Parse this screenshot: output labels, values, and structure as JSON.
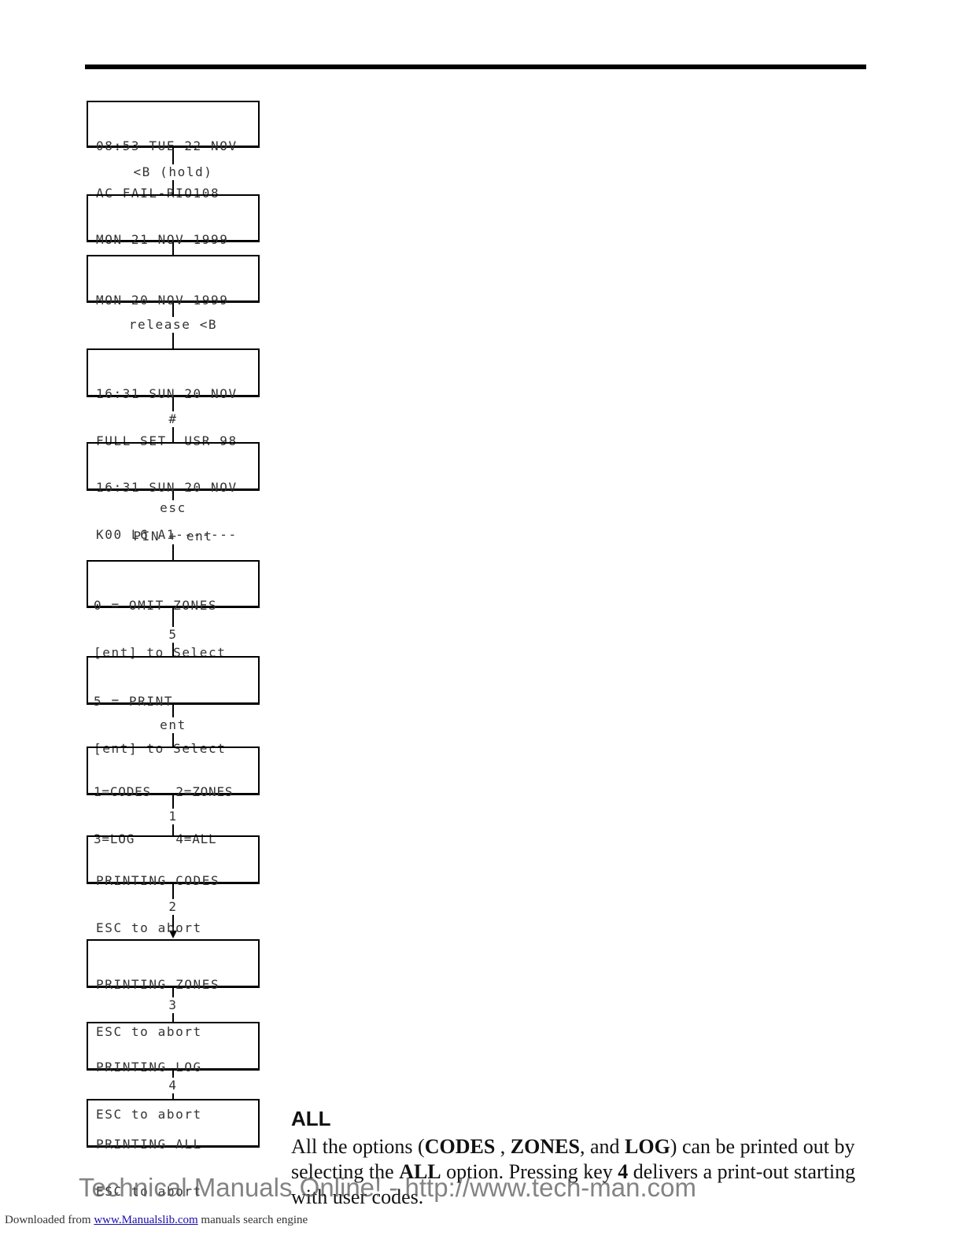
{
  "diagram": {
    "screens": [
      {
        "line1": "08:53 TUE 22 NOV",
        "line2": "AC FAIL-RIO108"
      },
      {
        "line1": "MON 21 NOV 1999",
        "line2": ""
      },
      {
        "line1": "MON 20 NOV 1999",
        "line2": ""
      },
      {
        "line1": "16:31 SUN 20 NOV",
        "line2": "FULL SET  USR 98"
      },
      {
        "line1": "16:31 SUN 20 NOV",
        "line2": "K00 L6 A1-------"
      },
      {
        "line1": "0 = OMIT ZONES",
        "line2": "[ent] to Select"
      },
      {
        "line1": "5 = PRINT",
        "line2": "[ent] to Select"
      },
      {
        "line1": "1=CODES   2=ZONES",
        "line2": "3=LOG     4=ALL"
      },
      {
        "line1": "PRINTING CODES",
        "line2": "ESC to abort"
      },
      {
        "line1": "PRINTING ZONES",
        "line2": "ESC to abort"
      },
      {
        "line1": "PRINTING LOG",
        "line2": "ESC to abort"
      },
      {
        "line1": "PRINTING ALL",
        "line2": "ESC to abort"
      }
    ],
    "steps": [
      "<B (hold)",
      "release <B",
      "#",
      "esc",
      "PIN + ent",
      "5",
      "ent",
      "1",
      "2",
      "3",
      "4"
    ]
  },
  "section": {
    "title": "ALL",
    "text_1": "All the options (",
    "codes": "CODES",
    "sep_1": " , ",
    "zones": "ZONES",
    "sep_2": ", and ",
    "log": "LOG",
    "text_2": ") can be printed out by selecting the ",
    "all": "ALL",
    "text_3": " option. Pressing key  ",
    "key": "4",
    "text_4": " delivers a print-out starting with user codes."
  },
  "watermark": "Technical Manuals Online! - http://www.tech-man.com",
  "footer": {
    "prefix": "Downloaded from ",
    "link": "www.Manualslib.com",
    "suffix": "  manuals search engine"
  }
}
